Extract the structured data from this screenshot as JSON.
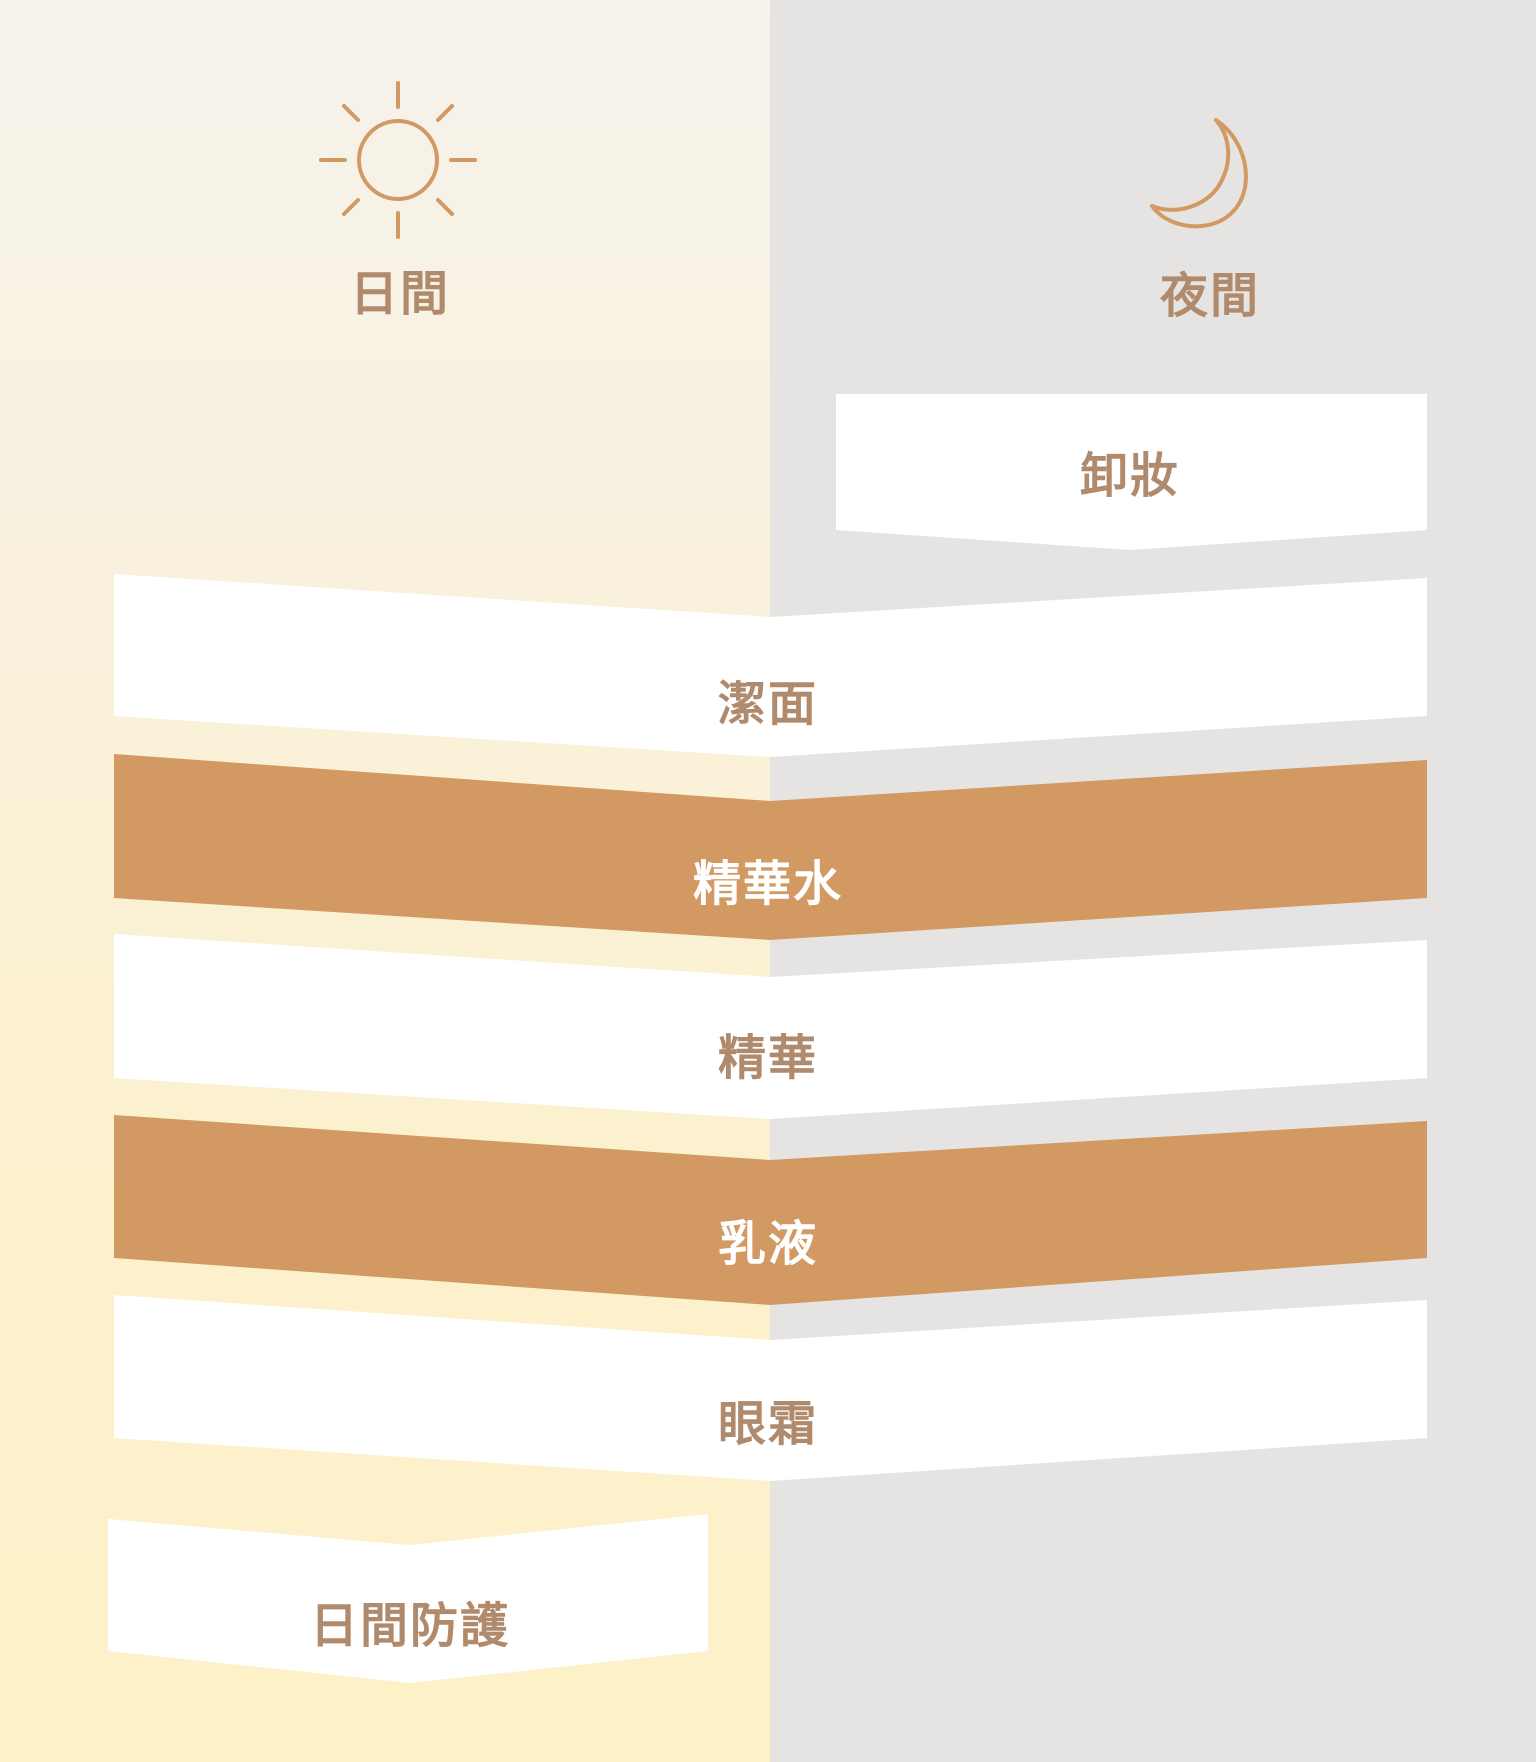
{
  "colors": {
    "accent": "#d29962",
    "text": "#b08a6c",
    "panel": "#ffffff",
    "night_bg": "#e6e4e2",
    "day_bg": "#fcf1cc"
  },
  "day": {
    "icon": "sun-icon",
    "title": "日間"
  },
  "night": {
    "icon": "moon-icon",
    "title": "夜間"
  },
  "steps": {
    "remove_makeup": "卸妝",
    "cleanse": "潔面",
    "essence_water": "精華水",
    "essence": "精華",
    "lotion": "乳液",
    "eye_cream": "眼霜",
    "day_protection": "日間防護"
  }
}
